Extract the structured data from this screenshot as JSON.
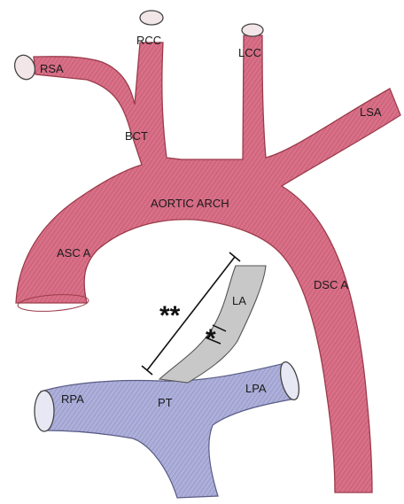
{
  "colors": {
    "aorta_fill": "#d9738a",
    "aorta_stroke": "#9c3b4a",
    "pulmonary_fill": "#a7a9d6",
    "pulmonary_stroke": "#5a5c86",
    "ligament_fill": "#c9c9c9",
    "ligament_stroke": "#555555",
    "vessel_end_fill": "#f2e6e8"
  },
  "labels": {
    "rsa": "RSA",
    "rcc": "RCC",
    "lcc": "LCC",
    "lsa": "LSA",
    "bct": "BCT",
    "aortic_arch": "AORTIC ARCH",
    "asc_a": "ASC A",
    "dsc_a": "DSC A",
    "la": "LA",
    "rpa": "RPA",
    "pt": "PT",
    "lpa": "LPA"
  },
  "markers": {
    "double": "**",
    "single": "*"
  }
}
